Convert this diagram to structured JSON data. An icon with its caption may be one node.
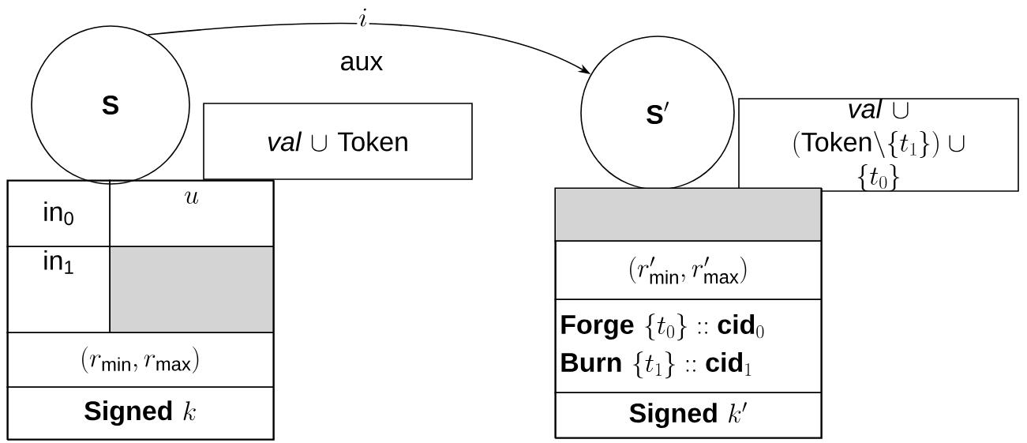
{
  "diagram": {
    "nodes": [
      {
        "text": [
          "S"
        ]
      },
      {
        "text": [
          "\\mathit{val}\\cup\\text{Token}"
        ]
      },
      {
        "text": [],
        "shape": "box"
      },
      {
        "text": [
          "in$_{0}$"
        ],
        "in": 2
      },
      {
        "text": [
          "u"
        ],
        "in": 2
      },
      {
        "text": [
          "in$_{1}$"
        ],
        "in": 2
      },
      {
        "text": [],
        "shape": "box",
        "in": 2
      },
      {
        "text": [
          "(r_{\\text{min}}, r_{\\text{max}})"
        ],
        "in": 2
      },
      {
        "text": [
          "\\textbf{Signed}\\ k"
        ],
        "in": 2
      },
      {
        "text": [
          "\\textbf{S}'"
        ]
      },
      {
        "text": [
          "\\mathit{val}\\cup(\\text{Token}\\backslash\\{t_1\\})\\cup\\{t_0\\}"
        ]
      },
      {
        "text": [],
        "shape": "box"
      },
      {
        "text": [],
        "shape": "box",
        "in": 11
      },
      {
        "text": [
          "(r'_{\\text{min}}, r'_{\\text{max}})"
        ],
        "in": 11
      },
      {
        "text": [
          "\\textbf{Forge}\\ \\{t_0\\} :: \\textbf{cid}_0",
          "\\textbf{Burn}\\ \\{t_1\\} :: \\textbf{cid}_1"
        ],
        "in": 11
      },
      {
        "text": [
          "\\textbf{Signed}\\ k'"
        ],
        "in": 11
      }
    ],
    "edges": [
      {
        "from": 0,
        "to": 9,
        "arrow": "to",
        "label": "i"
      }
    ],
    "labels": [
      "aux"
    ]
  }
}
